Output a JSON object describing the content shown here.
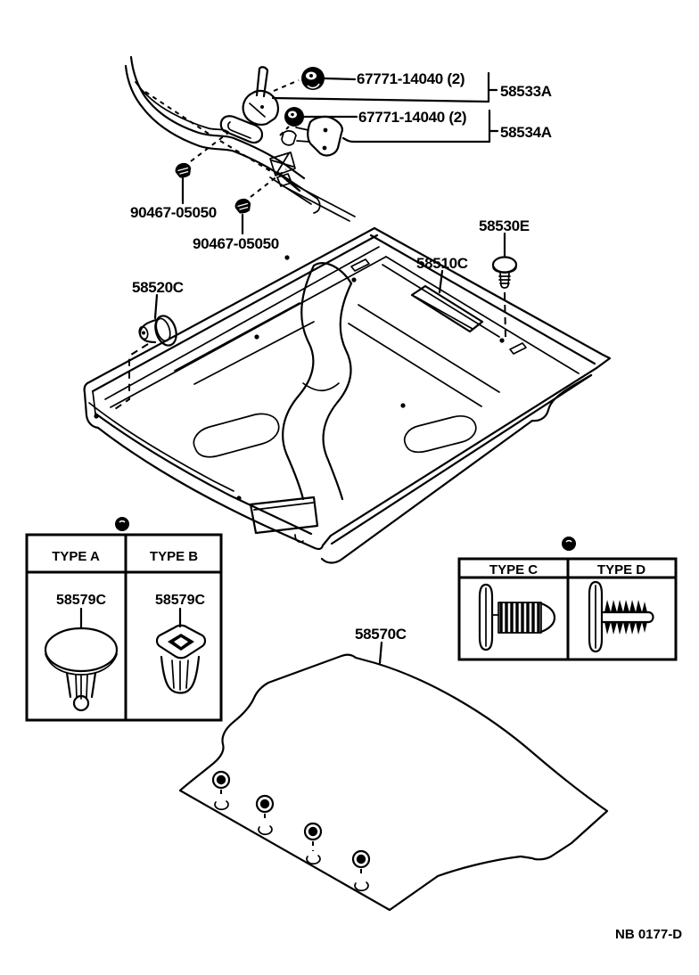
{
  "document": {
    "footer_code": "NB 0177-D"
  },
  "parts": {
    "retainer_upper": "67771-14040 (2)",
    "retainer_lower": "67771-14040 (2)",
    "hook_front_no1": "58533A",
    "hook_front_no2": "58534A",
    "clip_front_no1": "90467-05050",
    "clip_front_no2": "90467-05050",
    "clip_rear_floor": "58530E",
    "panel_rear_floor": "58510C",
    "plug_floor": "58520C",
    "carpet_rear_floor": "58570C",
    "clip_type_a": "58579C",
    "clip_type_b": "58579C"
  },
  "tables": {
    "ab": {
      "col1": "TYPE A",
      "col2": "TYPE B"
    },
    "cd": {
      "col1": "TYPE C",
      "col2": "TYPE D"
    }
  },
  "colors": {
    "ink": "#000000",
    "paper": "#ffffff"
  }
}
